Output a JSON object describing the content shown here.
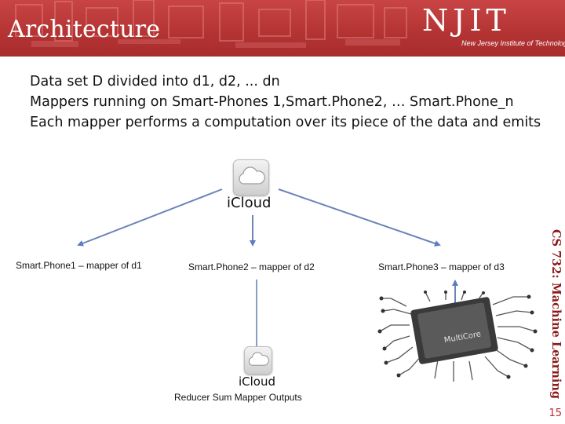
{
  "slide": {
    "title": "Architecture",
    "logo_name": "NJIT",
    "logo_subtitle": "New Jersey Institute of Technology"
  },
  "bullets": [
    "Data set D divided into d1, d2, ... dn",
    "Mappers running on Smart-Phones 1,Smart.Phone2, … Smart.Phone_n",
    "Each mapper performs a computation over its piece of the data and emits"
  ],
  "diagram": {
    "top_node_label": "iCloud",
    "mappers": [
      "Smart.Phone1 – mapper of d1",
      "Smart.Phone2 – mapper of d2",
      "Smart.Phone3 – mapper of d3"
    ],
    "bottom_node_label": "iCloud",
    "reducer_label": "Reducer Sum Mapper Outputs",
    "chip_label": "MultiCore"
  },
  "sidebar_label": "CS 732: Machine Learning",
  "page_number": "15",
  "colors": {
    "header_red": "#b53434",
    "arrow_blue": "#5b7cc4",
    "accent_dark_red": "#8b1a1a"
  },
  "icons": [
    "cloud-icon",
    "cpu-chip-icon"
  ]
}
